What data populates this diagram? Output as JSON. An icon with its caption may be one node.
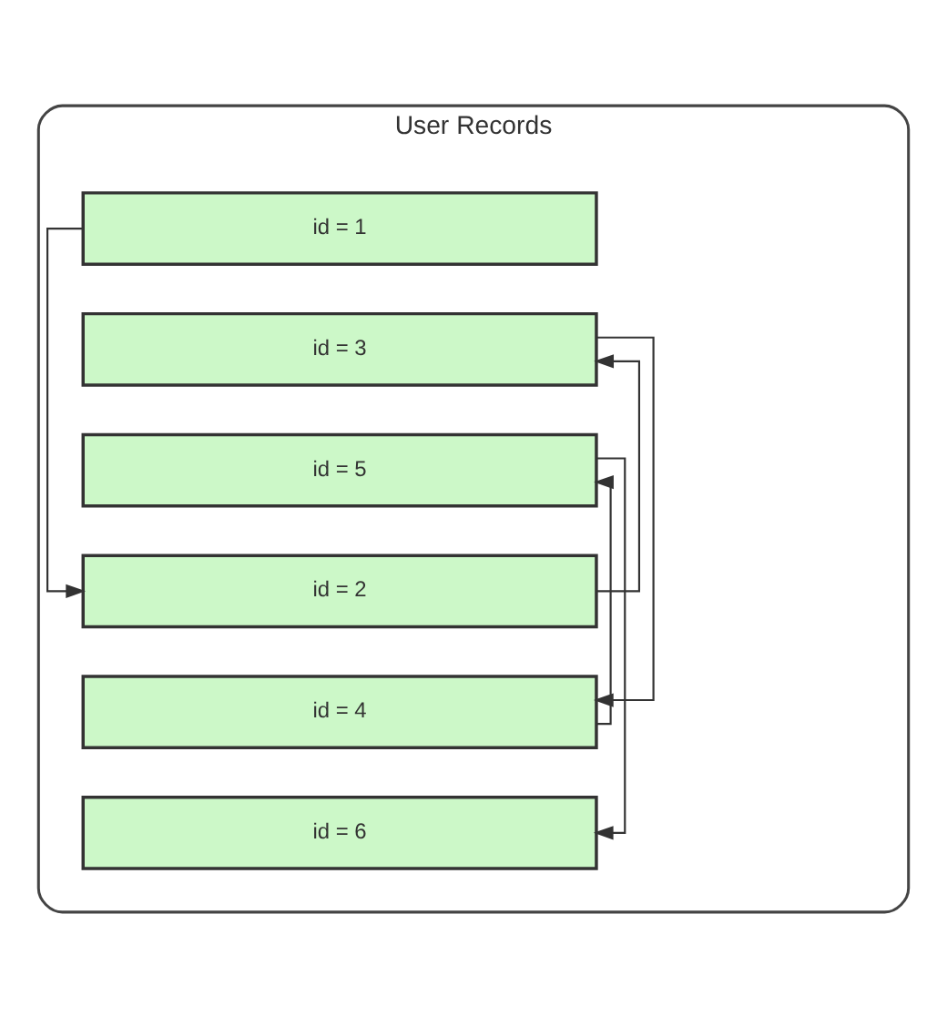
{
  "diagram": {
    "nodes": [
      {
        "text": [
          "User Records"
        ]
      },
      {
        "text": [
          "id = 1"
        ],
        "in": 0
      },
      {
        "text": [
          "id = 3"
        ],
        "in": 0
      },
      {
        "text": [
          "id = 5"
        ],
        "in": 0
      },
      {
        "text": [
          "id = 2"
        ],
        "in": 0
      },
      {
        "text": [
          "id = 4"
        ],
        "in": 0
      },
      {
        "text": [
          "id = 6"
        ],
        "in": 0
      }
    ],
    "edges": [
      {
        "from": 1,
        "to": 4,
        "arrow": "to"
      },
      {
        "from": 2,
        "to": 5,
        "arrow": "to"
      },
      {
        "from": 3,
        "to": 6,
        "arrow": "to"
      },
      {
        "from": 4,
        "to": 2,
        "arrow": "to"
      },
      {
        "from": 5,
        "to": 3,
        "arrow": "to"
      }
    ]
  }
}
